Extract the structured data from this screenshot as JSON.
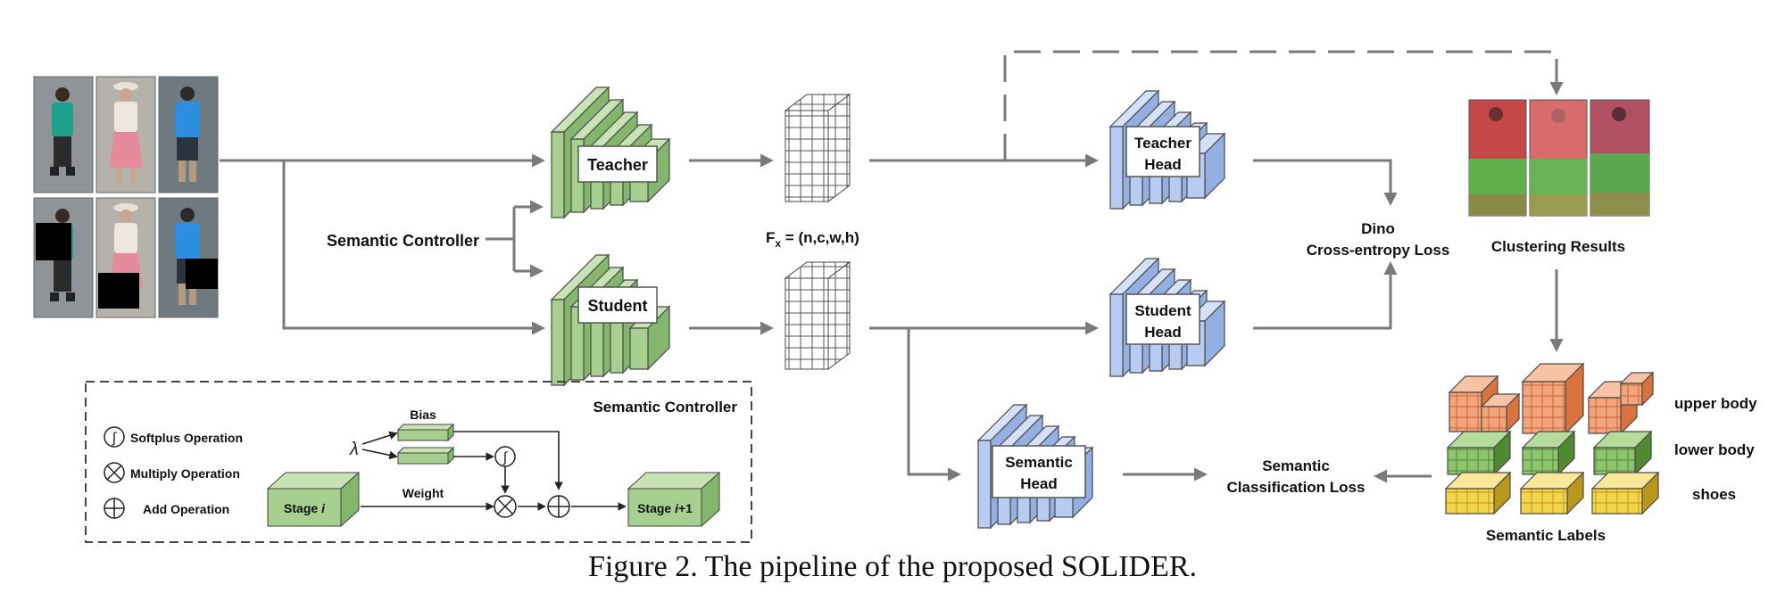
{
  "blocks": {
    "teacher": "Teacher",
    "student": "Student",
    "teacher_head": [
      "Teacher",
      "Head"
    ],
    "student_head": [
      "Student",
      "Head"
    ],
    "semantic_head": [
      "Semantic",
      "Head"
    ]
  },
  "labels": {
    "semantic_controller": "Semantic Controller",
    "feature_shape": "(n,c,w,h)",
    "feature_symbol": "F",
    "feature_subscript": "x",
    "dino_loss": [
      "Dino",
      "Cross-entropy  Loss"
    ],
    "clustering_results": "Clustering Results",
    "semantic_loss": [
      "Semantic",
      "Classification Loss"
    ],
    "semantic_labels": "Semantic Labels"
  },
  "semantic_labels_legend": [
    {
      "text": "upper body",
      "color": "#e37b3c"
    },
    {
      "text": "lower body",
      "color": "#5c9a3c"
    },
    {
      "text": "shoes",
      "color": "#d4a626"
    }
  ],
  "controller_box": {
    "title": "Semantic Controller",
    "legend": [
      {
        "symbol": "softplus",
        "text": "Softplus Operation"
      },
      {
        "symbol": "multiply",
        "text": "Multiply Operation"
      },
      {
        "symbol": "add",
        "text": "Add Operation"
      }
    ],
    "bias": "Bias",
    "lambda": "λ",
    "weight": "Weight",
    "stage_in": [
      "Stage ",
      "i"
    ],
    "stage_out": [
      "Stage ",
      "i",
      "+1"
    ]
  },
  "caption": "Figure 2. The pipeline of the proposed SOLIDER.",
  "colors": {
    "green_front": "#a7cf8f",
    "green_side": "#84b66d",
    "green_top": "#c8e3b4",
    "blue_front": "#b8ccf2",
    "blue_side": "#94afe2",
    "blue_top": "#d5e1f8",
    "arrow": "#7a7a7a"
  }
}
